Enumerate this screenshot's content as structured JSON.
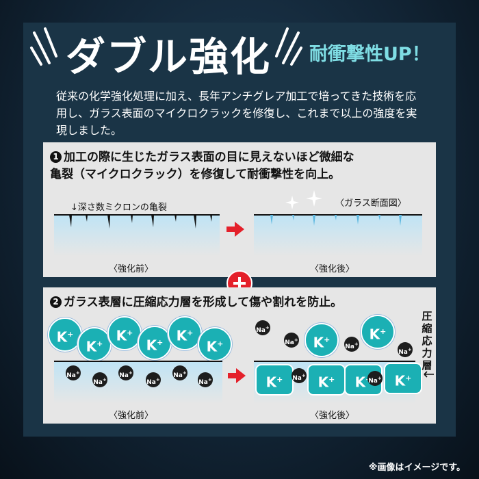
{
  "header": {
    "title": "ダブル強化",
    "subtitle": "耐衝撃性UP！"
  },
  "description": "従来の化学強化処理に加え、長年アンチグレア加工で培ってきた技術を応用し、ガラス表面のマイクロクラックを修復し、これまで以上の強度を実現しました。",
  "panel1": {
    "number": "1",
    "title_line1": "加工の際に生じたガラス表面の目に見えないほど微細な",
    "title_line2": "亀裂（マイクロクラック）を修復して耐衝撃性を向上。",
    "crack_label": "↓深さ数ミクロンの亀裂",
    "section_label": "〈ガラス断面図〉",
    "before_label": "〈強化前〉",
    "after_label": "〈強化後〉"
  },
  "panel2": {
    "number": "2",
    "title": "ガラス表層に圧縮応力層を形成して傷や割れを防止。",
    "vertical_label": "圧縮応力層",
    "before_label": "〈強化前〉",
    "after_label": "〈強化後〉",
    "k_ion": "K",
    "na_ion": "Na",
    "ion_charge": "+"
  },
  "note": "※画像はイメージです。",
  "colors": {
    "accent_cyan": "#7fdde4",
    "k_ion": "#1bb0b4",
    "glass_top": "#bfe4f5",
    "arrow_red": "#e4202a"
  }
}
